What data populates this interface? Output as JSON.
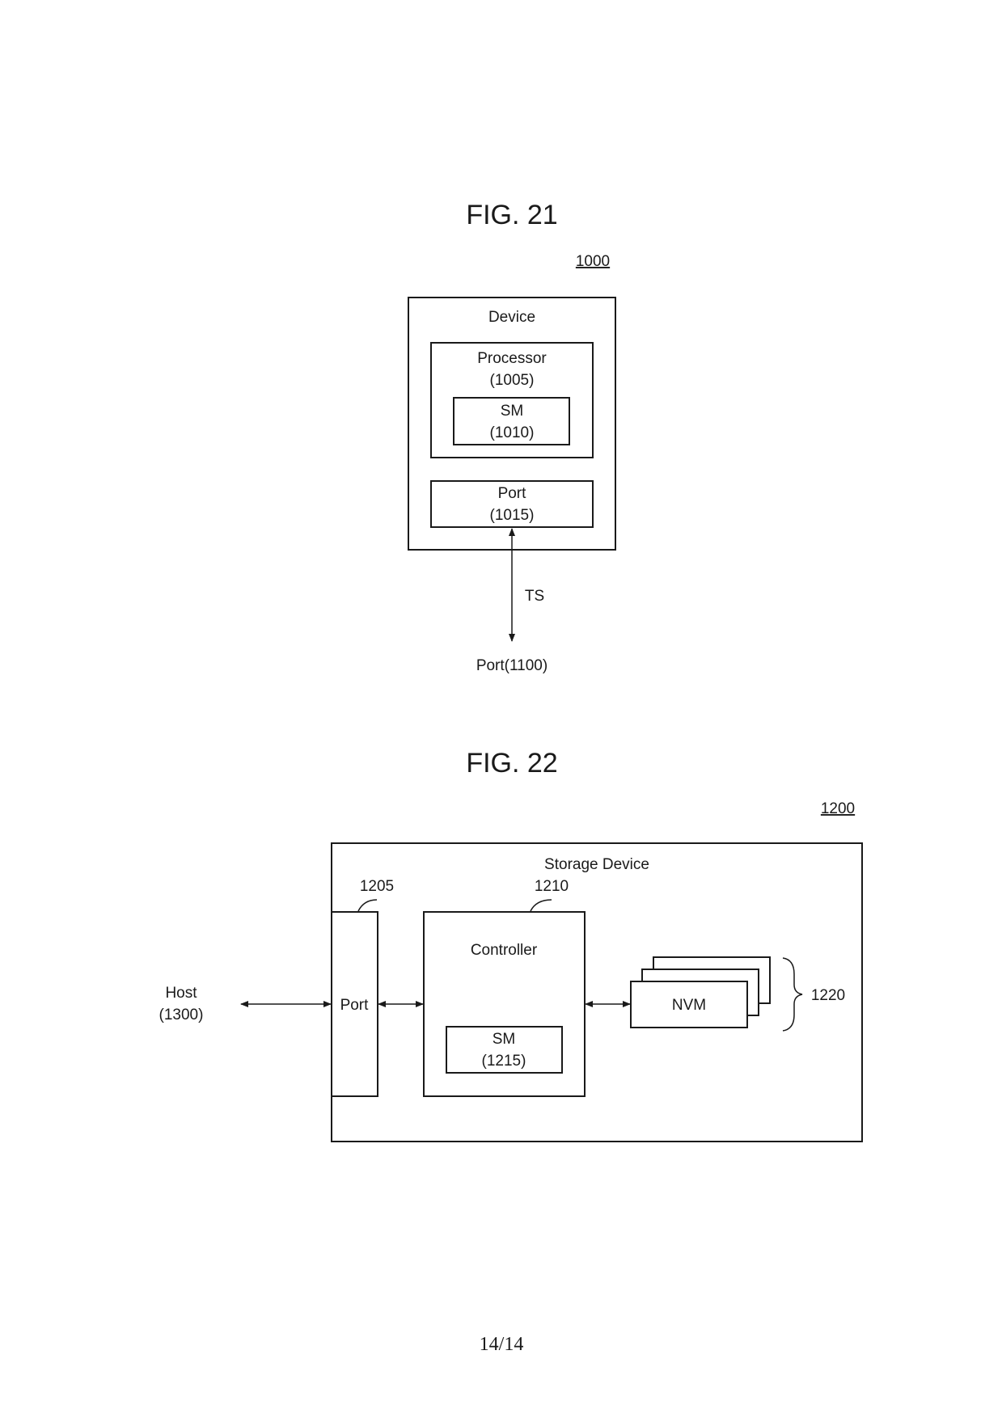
{
  "page_number": "14/14",
  "fig21": {
    "title": "FIG. 21",
    "ref_number": "1000",
    "device_label": "Device",
    "processor_label": "Processor",
    "processor_ref": "(1005)",
    "sm_label": "SM",
    "sm_ref": "(1010)",
    "port_label": "Port",
    "port_ref": "(1015)",
    "signal_label": "TS",
    "external_port_label": "Port(1100)"
  },
  "fig22": {
    "title": "FIG. 22",
    "ref_number": "1200",
    "storage_device_label": "Storage Device",
    "host_label": "Host",
    "host_ref": "(1300)",
    "port_label": "Port",
    "port_ref_number": "1205",
    "controller_label": "Controller",
    "controller_ref_number": "1210",
    "sm_label": "SM",
    "sm_ref": "(1215)",
    "nvm_label": "NVM",
    "nvm_ref_number": "1220"
  }
}
